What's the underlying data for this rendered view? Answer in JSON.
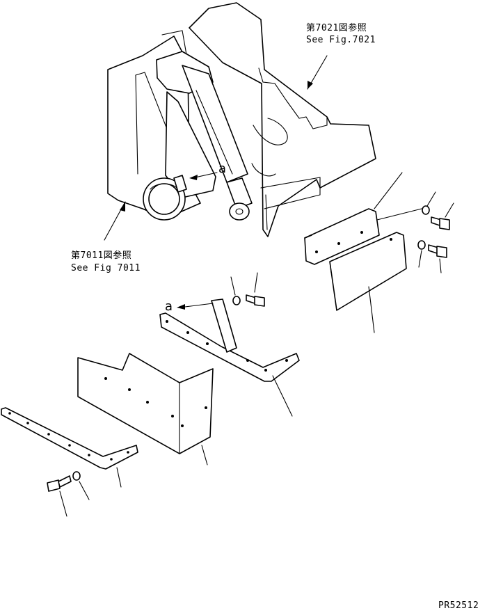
{
  "references": {
    "fig7021_jp": "第7021図参照",
    "fig7021_en": "See Fig.7021",
    "fig7011_jp": "第7011図参照",
    "fig7011_en": "See Fig 7011"
  },
  "callouts": {
    "upper": "a",
    "lower": "a"
  },
  "drawing_code": "PR52512"
}
